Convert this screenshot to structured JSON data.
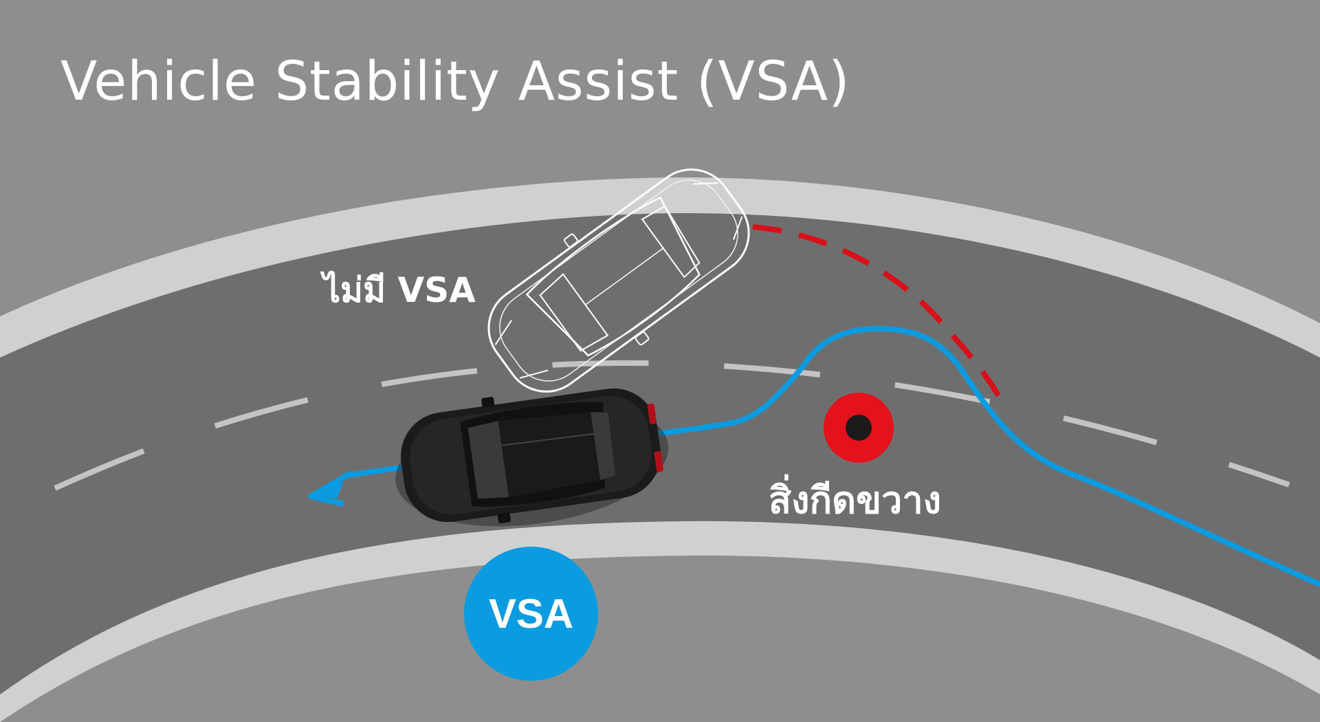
{
  "title": "Vehicle Stability Assist (VSA)",
  "labels": {
    "without_vsa": "ไม่มี VSA",
    "obstacle": "สิ่งกีดขวาง",
    "vsa_badge": "VSA"
  },
  "colors": {
    "background": "#8e8e8e",
    "road": "#6f6e6f",
    "road_border": "#cfd0d0",
    "lane_marking": "#c4c4c4",
    "path_with_vsa": "#0a9be0",
    "path_without_vsa": "#d8101a",
    "obstacle": "#e3121c",
    "vsa_badge": "#0a9be0"
  },
  "icons": {
    "car_without_vsa": "white-outline-car-icon",
    "car_with_vsa": "black-car-icon",
    "obstacle": "obstacle-target-icon"
  }
}
